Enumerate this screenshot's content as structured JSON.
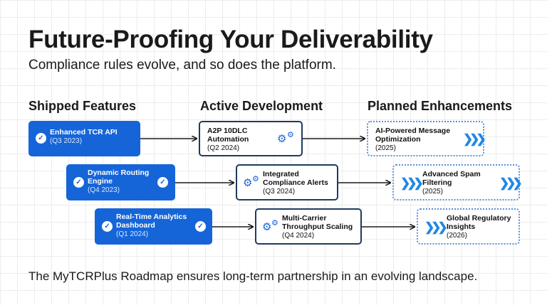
{
  "title": "Future-Proofing Your Deliverability",
  "subtitle": "Compliance rules evolve, and so does the platform.",
  "columns": {
    "shipped": "Shipped Features",
    "active": "Active Development",
    "planned": "Planned Enhancements"
  },
  "rows": [
    {
      "shipped": {
        "name": "Enhanced TCR API",
        "date": "(Q3 2023)"
      },
      "active": {
        "name": "A2P 10DLC Automation",
        "date": "(Q2 2024)"
      },
      "planned": {
        "name": "AI-Powered Message Optimization",
        "date": "(2025)"
      }
    },
    {
      "shipped": {
        "name": "Dynamic Routing Engine",
        "date": "(Q4 2023)"
      },
      "active": {
        "name": "Integrated Compliance Alerts",
        "date": "(Q3 2024)"
      },
      "planned": {
        "name": "Advanced Spam Filtering",
        "date": "(2025)"
      }
    },
    {
      "shipped": {
        "name": "Real-Time Analytics Dashboard",
        "date": "(Q1 2024)"
      },
      "active": {
        "name": "Multi-Carrier Throughput Scaling",
        "date": "(Q4 2024)"
      },
      "planned": {
        "name": "Global Regulatory Insights",
        "date": "(2026)"
      }
    }
  ],
  "footer": "The MyTCRPlus Roadmap ensures long-term partnership in an evolving landscape.",
  "icons": {
    "shipped": "check-circle-icon",
    "active": "gears-icon",
    "planned": "chevrons-right-icon"
  },
  "colors": {
    "accent": "#1565d8",
    "active_border": "#1f3b5f",
    "planned_border": "#5a8fd6",
    "arrow": "#1a1a1a"
  }
}
